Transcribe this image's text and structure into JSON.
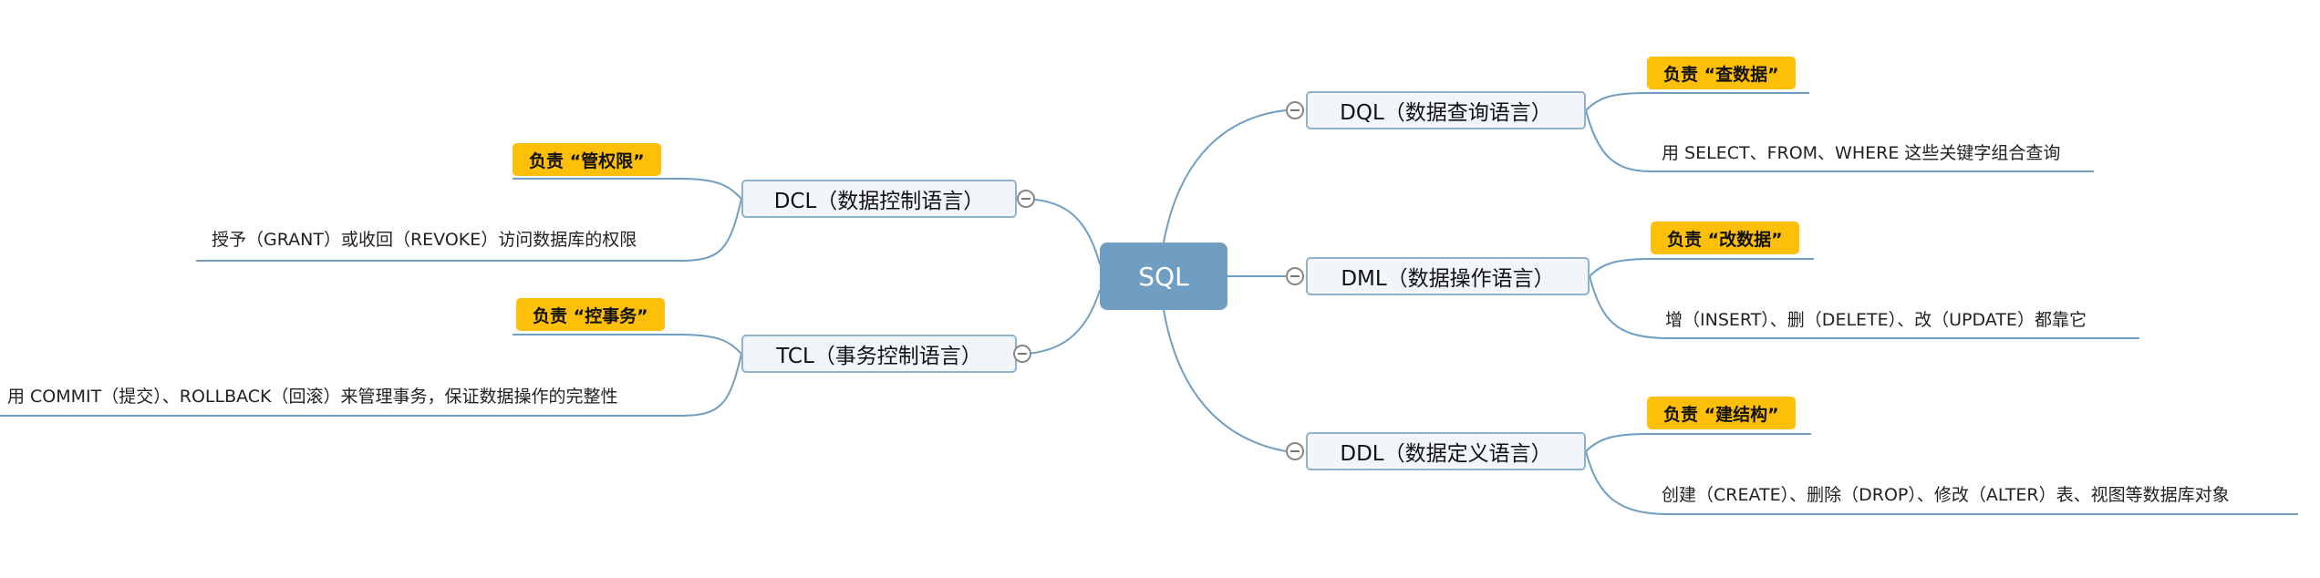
{
  "root": {
    "label": "SQL"
  },
  "branches": {
    "dql": {
      "title": "DQL（数据查询语言）",
      "tag": "负责 “查数据”",
      "desc": "用 SELECT、FROM、WHERE 这些关键字组合查询"
    },
    "dml": {
      "title": "DML（数据操作语言）",
      "tag": "负责 “改数据”",
      "desc": "增（INSERT）、删（DELETE）、改（UPDATE）都靠它"
    },
    "ddl": {
      "title": "DDL（数据定义语言）",
      "tag": "负责 “建结构”",
      "desc": "创建（CREATE）、删除（DROP）、修改（ALTER）表、视图等数据库对象"
    },
    "dcl": {
      "title": "DCL（数据控制语言）",
      "tag": "负责 “管权限”",
      "desc": "授予（GRANT）或收回（REVOKE）访问数据库的权限"
    },
    "tcl": {
      "title": "TCL（事务控制语言）",
      "tag": "负责 “控事务”",
      "desc": "用 COMMIT（提交）、ROLLBACK（回滚）来管理事务，保证数据操作的完整性"
    }
  },
  "colors": {
    "root_fill": "#6f9ec2",
    "node_border": "#8fb3cf",
    "node_fill": "#f2f6fa",
    "tag_fill": "#fdbf07",
    "line": "#6f9ec2"
  },
  "icons": {
    "collapse": "collapse-toggle-icon"
  }
}
